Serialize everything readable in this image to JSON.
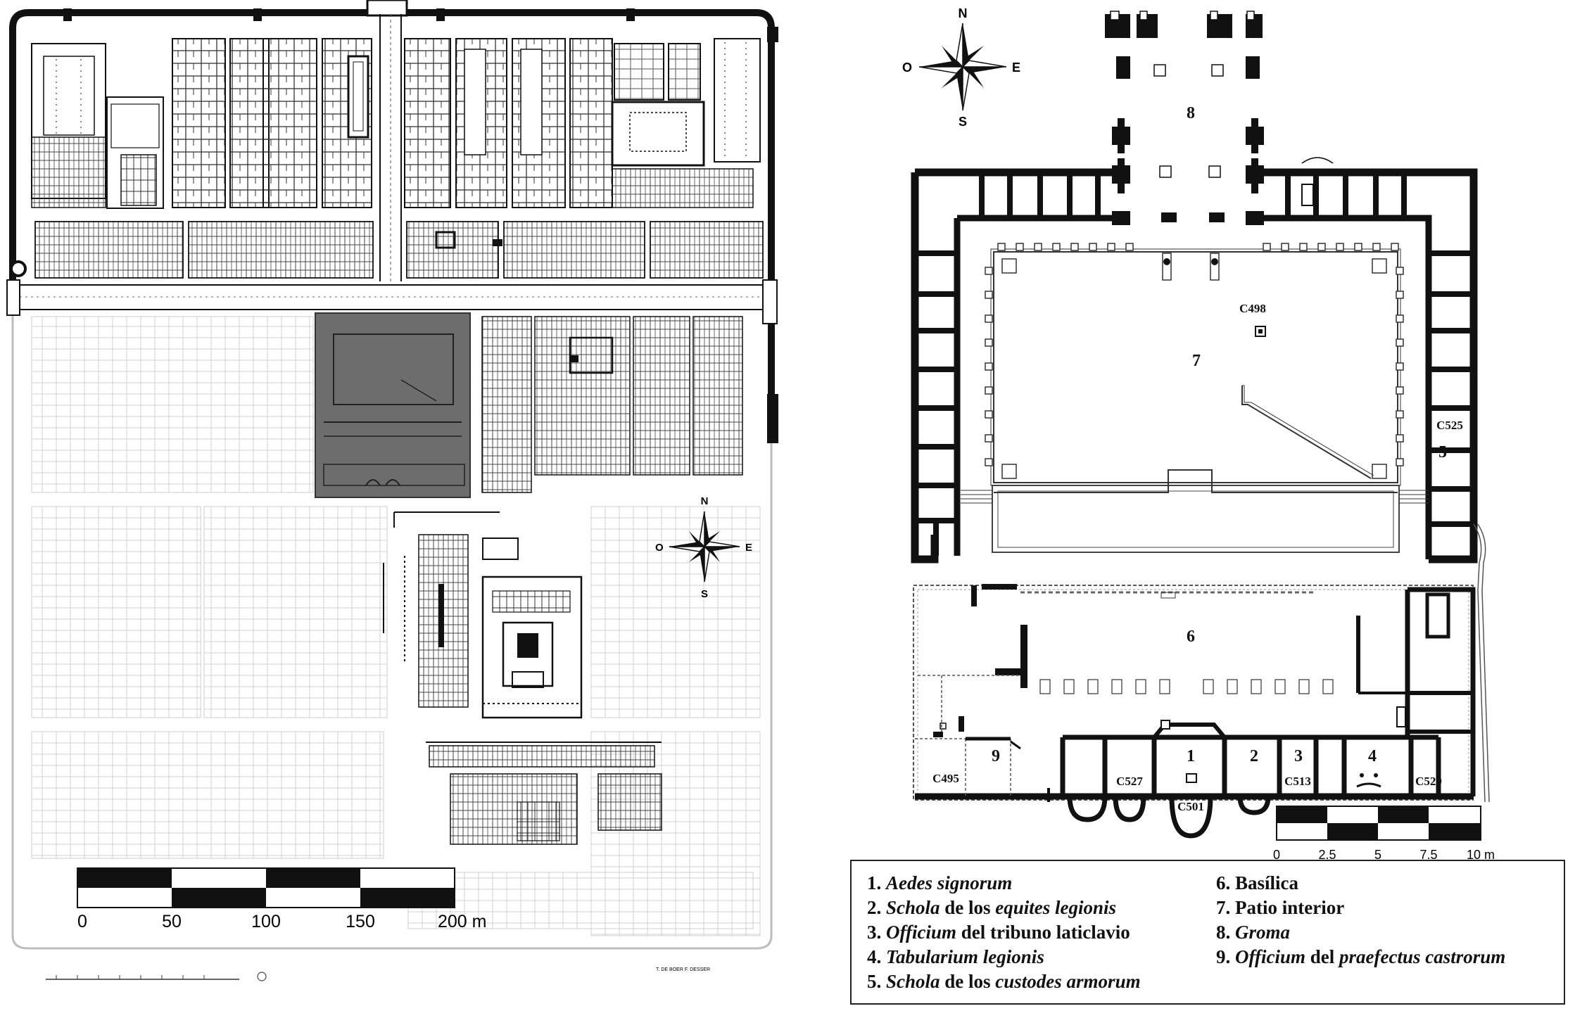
{
  "left_plan": {
    "compass": {
      "n": "N",
      "s": "S",
      "e": "E",
      "w": "O"
    },
    "scale": {
      "labels": [
        "0",
        "50",
        "100",
        "150",
        "200 m"
      ]
    },
    "footer_text": "T. DE BOER   F. DESSER"
  },
  "right_plan": {
    "compass": {
      "n": "N",
      "s": "S",
      "e": "E",
      "w": "O"
    },
    "area_numbers": [
      "1",
      "2",
      "3",
      "4",
      "5",
      "6",
      "7",
      "8",
      "9"
    ],
    "room_codes": [
      "C498",
      "C525",
      "C495",
      "C527",
      "C501",
      "C513",
      "C529"
    ],
    "scale": {
      "labels": [
        "0",
        "2.5",
        "5",
        "7.5",
        "10 m"
      ]
    }
  },
  "legend": {
    "items": [
      {
        "num": "1.",
        "parts": [
          {
            "t": "Aedes signorum",
            "i": true
          }
        ]
      },
      {
        "num": "2.",
        "parts": [
          {
            "t": "Schola",
            "i": true
          },
          {
            "t": " de los ",
            "i": false
          },
          {
            "t": "equites legionis",
            "i": true
          }
        ]
      },
      {
        "num": "3.",
        "parts": [
          {
            "t": "Officium",
            "i": true
          },
          {
            "t": " del tribuno laticlavio",
            "i": false
          }
        ]
      },
      {
        "num": "4.",
        "parts": [
          {
            "t": "Tabularium legionis",
            "i": true
          }
        ]
      },
      {
        "num": "5.",
        "parts": [
          {
            "t": "Schola",
            "i": true
          },
          {
            "t": " de los ",
            "i": false
          },
          {
            "t": "custodes armorum",
            "i": true
          }
        ]
      },
      {
        "num": "6.",
        "parts": [
          {
            "t": "Basílica",
            "i": false
          }
        ]
      },
      {
        "num": "7.",
        "parts": [
          {
            "t": "Patio interior",
            "i": false
          }
        ]
      },
      {
        "num": "8.",
        "parts": [
          {
            "t": "Groma",
            "i": true
          }
        ]
      },
      {
        "num": "9.",
        "parts": [
          {
            "t": "Officium",
            "i": true
          },
          {
            "t": " del ",
            "i": false
          },
          {
            "t": "praefectus castrorum",
            "i": true
          }
        ]
      }
    ]
  },
  "colors": {
    "ink": "#111111",
    "highlight": "#6d6d6d",
    "paper": "#ffffff",
    "faint": "#cfcfcf"
  }
}
